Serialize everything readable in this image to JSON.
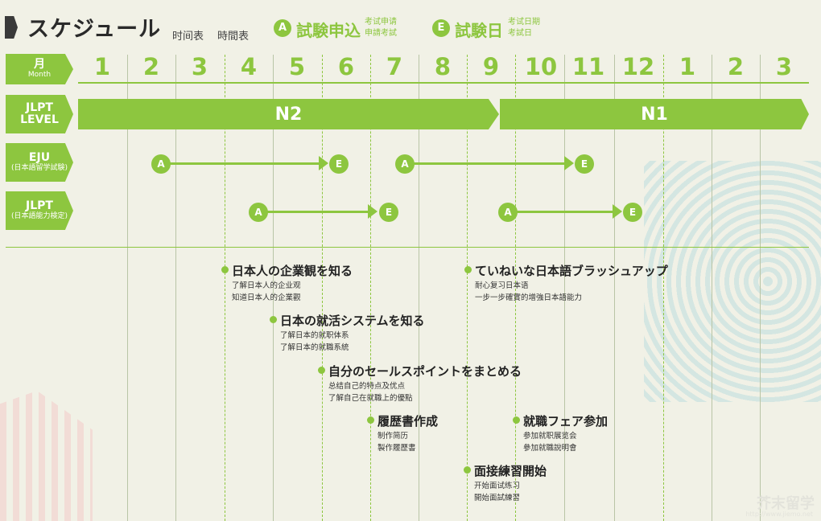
{
  "header": {
    "title": "スケジュール",
    "sub_simplified": "时间表",
    "sub_traditional": "時間表",
    "legend_apply": {
      "badge": "A",
      "label": "試験申込",
      "note1": "考试申请",
      "note2": "申請考試"
    },
    "legend_exam": {
      "badge": "E",
      "label": "試験日",
      "note1": "考试日期",
      "note2": "考試日"
    }
  },
  "rows": {
    "month": {
      "big": "月",
      "small": "Month"
    },
    "jlpt_level": {
      "big1": "JLPT",
      "big2": "LEVEL"
    },
    "eju": {
      "big": "EJU",
      "small": "(日本語留学試験)"
    },
    "jlpt": {
      "big": "JLPT",
      "small": "(日本語能力検定)"
    }
  },
  "months": [
    "1",
    "2",
    "3",
    "4",
    "5",
    "6",
    "7",
    "8",
    "9",
    "10",
    "11",
    "12",
    "1",
    "2",
    "3"
  ],
  "levels": [
    {
      "label": "N2"
    },
    {
      "label": "N1"
    }
  ],
  "milestones": {
    "a": "A",
    "e": "E"
  },
  "tasks": [
    {
      "title": "日本人の企業観を知る",
      "line1": "了解日本人的企业观",
      "line2": "知道日本人的企業觀"
    },
    {
      "title": "日本の就活システムを知る",
      "line1": "了解日本的就职体系",
      "line2": "了解日本的就職系統"
    },
    {
      "title": "自分のセールスポイントをまとめる",
      "line1": "总结自己的特点及优点",
      "line2": "了解自己在就職上的優點"
    },
    {
      "title": "履歴書作成",
      "line1": "制作简历",
      "line2": "製作履歷書"
    },
    {
      "title": "ていねいな日本語ブラッシュアップ",
      "line1": "耐心复习日本语",
      "line2": "一步一步確實的增強日本語能力"
    },
    {
      "title": "就職フェア参加",
      "line1": "参加就职展览会",
      "line2": "參加就職說明會"
    },
    {
      "title": "面接練習開始",
      "line1": "开始面试练习",
      "line2": "開始面試練習"
    }
  ],
  "watermark": {
    "brand": "芥末留学",
    "url": "http://www.jiemo.net"
  },
  "colors": {
    "accent": "#8dc63f",
    "background": "#f1f1e6",
    "dark": "#3a3a3a"
  }
}
